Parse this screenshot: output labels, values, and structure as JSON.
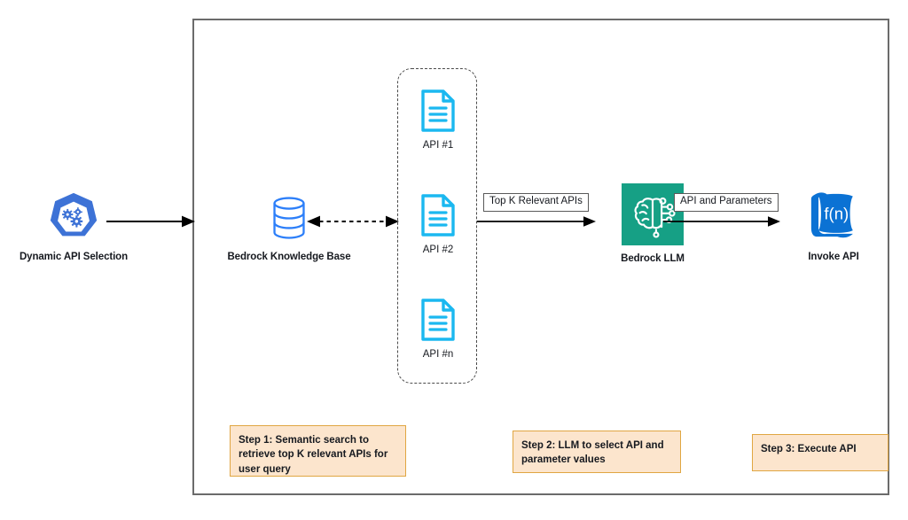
{
  "diagram": {
    "title": "Dynamic API Selection",
    "colors": {
      "accent_blue": "#3d72d6",
      "doc_cyan": "#1bb8f0",
      "kb_blue": "#2d7ff9",
      "llm_teal": "#16a085",
      "invoke_blue": "#0b72d4",
      "step_fill": "#fce5cd",
      "step_border": "#e0a642",
      "frame_gray": "#6b6b6b"
    },
    "nodes": {
      "entry": {
        "label": "Dynamic API Selection",
        "icon": "kubernetes-gears-hexagon-icon"
      },
      "knowledge_base": {
        "label": "Bedrock Knowledge Base",
        "icon": "database-cylinder-icon"
      },
      "llm": {
        "label": "Bedrock LLM",
        "icon": "brain-circuit-icon"
      },
      "invoke": {
        "label": "Invoke API",
        "icon": "lambda-function-icon",
        "glyph": "f(n)"
      }
    },
    "api_group": {
      "items": [
        {
          "label": "API #1",
          "icon": "document-icon"
        },
        {
          "label": "API #2",
          "icon": "document-icon"
        },
        {
          "label": "API #n",
          "icon": "document-icon"
        }
      ]
    },
    "edges": [
      {
        "name": "entry-to-kb",
        "label": "",
        "style": "solid",
        "direction": "right"
      },
      {
        "name": "kb-to-apis",
        "label": "",
        "style": "dashed",
        "direction": "both"
      },
      {
        "name": "apis-to-llm",
        "label": "Top K Relevant APIs",
        "style": "solid",
        "direction": "right"
      },
      {
        "name": "llm-to-invoke",
        "label": "API and Parameters",
        "style": "solid",
        "direction": "right"
      }
    ],
    "steps": [
      {
        "text": "Step 1: Semantic search to retrieve top K relevant APIs for user query"
      },
      {
        "text": "Step 2: LLM to select API and parameter values"
      },
      {
        "text": "Step 3: Execute API"
      }
    ]
  }
}
